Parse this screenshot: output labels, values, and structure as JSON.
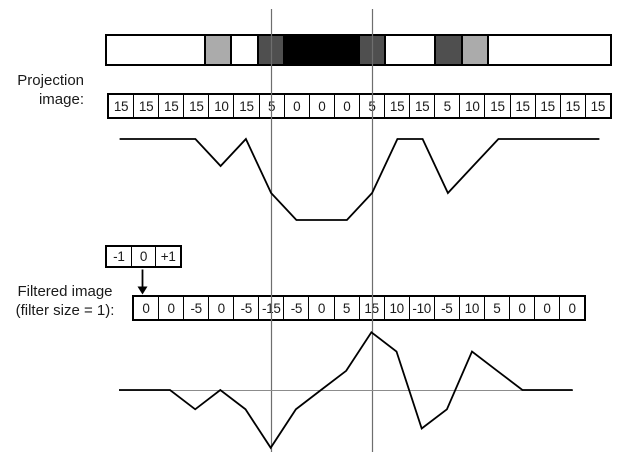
{
  "figure": {
    "projection_label": [
      "Projection",
      "image:"
    ],
    "filtered_label": [
      "Filtered image",
      "(filter size = 1):"
    ],
    "filter_kernel": [
      "-1",
      "0",
      "+1"
    ],
    "projection_values": [
      15,
      15,
      15,
      15,
      10,
      15,
      5,
      0,
      0,
      0,
      5,
      15,
      15,
      5,
      10,
      15,
      15,
      15,
      15,
      15
    ],
    "filtered_values": [
      0,
      0,
      -5,
      0,
      -5,
      -15,
      -5,
      0,
      5,
      15,
      10,
      -10,
      -5,
      10,
      5,
      0,
      0,
      0
    ],
    "bar_segments": [
      {
        "cells": 4,
        "tone": "white",
        "color": "#ffffff"
      },
      {
        "cells": 1,
        "tone": "light-gray",
        "color": "#ababab"
      },
      {
        "cells": 1,
        "tone": "white",
        "color": "#ffffff"
      },
      {
        "cells": 1,
        "tone": "dark-gray",
        "color": "#4f4f4f"
      },
      {
        "cells": 3,
        "tone": "black",
        "color": "#000000"
      },
      {
        "cells": 1,
        "tone": "dark-gray",
        "color": "#4f4f4f"
      },
      {
        "cells": 2,
        "tone": "white",
        "color": "#ffffff"
      },
      {
        "cells": 1,
        "tone": "dark-gray",
        "color": "#4f4f4f"
      },
      {
        "cells": 1,
        "tone": "light-gray",
        "color": "#ababab"
      },
      {
        "cells": 5,
        "tone": "white",
        "color": "#ffffff"
      }
    ],
    "colors": {
      "curve": "#000000",
      "guide_line": "#6e6e6e",
      "zero_line": "#8c8c8c",
      "cell_border": "#000000"
    }
  },
  "chart_data": [
    {
      "type": "line",
      "title": "Projection image profile",
      "x": [
        0,
        1,
        2,
        3,
        4,
        5,
        6,
        7,
        8,
        9,
        10,
        11,
        12,
        13,
        14,
        15,
        16,
        17,
        18,
        19
      ],
      "values": [
        15,
        15,
        15,
        15,
        10,
        15,
        5,
        0,
        0,
        0,
        5,
        15,
        15,
        5,
        10,
        15,
        15,
        15,
        15,
        15
      ],
      "xlabel": "",
      "ylabel": "",
      "ylim": [
        0,
        15
      ],
      "grid": false,
      "legend": "none"
    },
    {
      "type": "line",
      "title": "Filtered image profile (central difference, filter size = 1)",
      "x": [
        1,
        2,
        3,
        4,
        5,
        6,
        7,
        8,
        9,
        10,
        11,
        12,
        13,
        14,
        15,
        16,
        17,
        18
      ],
      "values": [
        0,
        0,
        -5,
        0,
        -5,
        -15,
        -5,
        0,
        5,
        15,
        10,
        -10,
        -5,
        10,
        5,
        0,
        0,
        0
      ],
      "xlabel": "",
      "ylabel": "",
      "ylim": [
        -15,
        15
      ],
      "grid": false,
      "zero_baseline": true,
      "legend": "none"
    }
  ]
}
